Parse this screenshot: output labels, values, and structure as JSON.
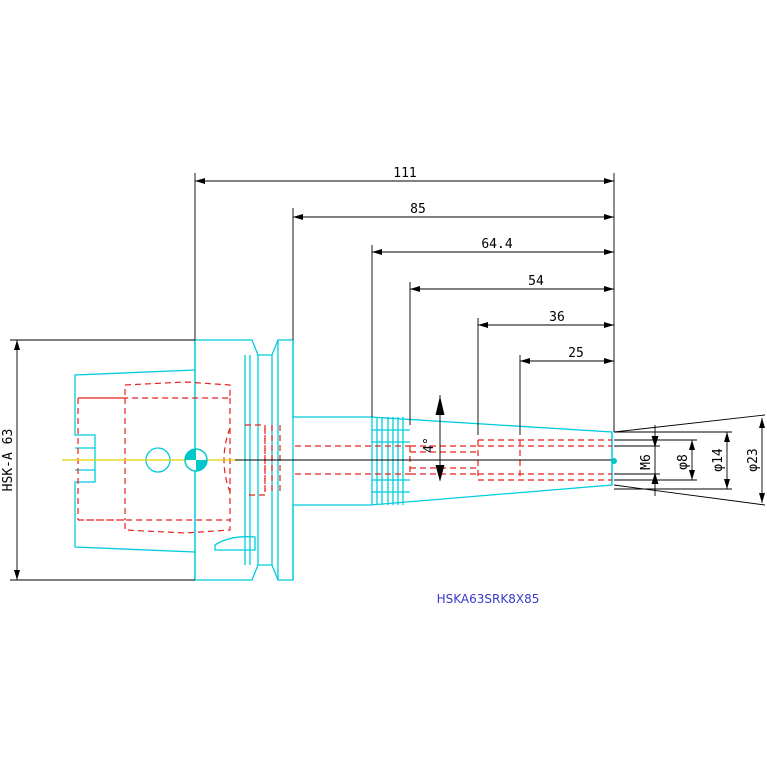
{
  "colors": {
    "background": "#ffffff",
    "outline": "#00ccdd",
    "hidden": "#e8201c",
    "centerline": "#e8d200",
    "dimension": "#000000",
    "part_number": "#3a3ac8",
    "marker": "#00c8c8"
  },
  "dimensions": {
    "d111": "111",
    "d85": "85",
    "d64_4": "64.4",
    "d54": "54",
    "d36": "36",
    "d25": "25",
    "angle": "4°",
    "thread": "M6",
    "dia8": "φ8",
    "dia14": "φ14",
    "dia23": "φ23",
    "shank": "HSK-A 63"
  },
  "part_number": "HSKA63SRK8X85"
}
